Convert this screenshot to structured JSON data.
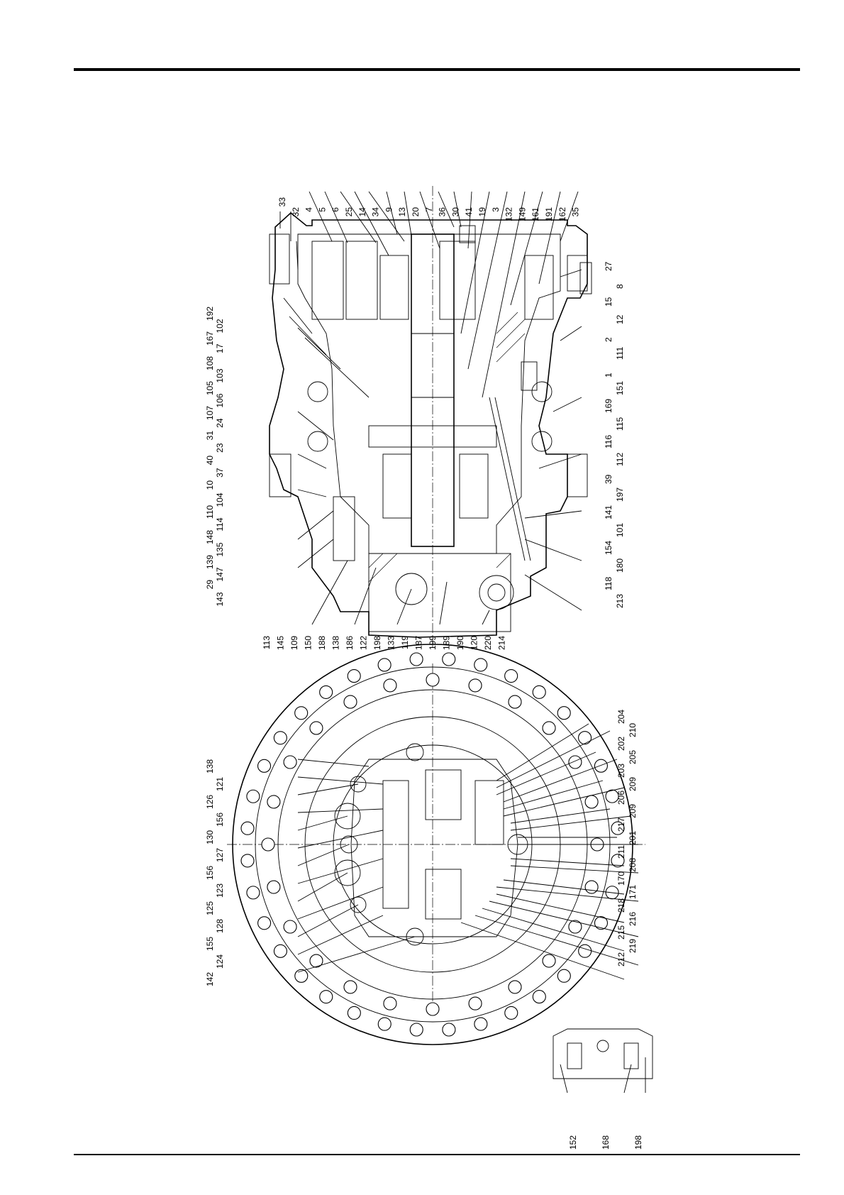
{
  "diagram": {
    "type": "exploded-sectional-drawing",
    "orientation": "rotated-90",
    "section_view": {
      "labels_top": [
        "33",
        "32",
        "4",
        "5",
        "6",
        "25",
        "14",
        "34",
        "9",
        "13",
        "20",
        "7",
        "36",
        "30",
        "41",
        "19",
        "3",
        "132",
        "149",
        "161",
        "191",
        "162",
        "35"
      ],
      "labels_top_left": [
        "192",
        "102",
        "167",
        "17",
        "108",
        "103",
        "105",
        "106",
        "107",
        "24",
        "31",
        "23",
        "40",
        "37",
        "10",
        "104",
        "110",
        "114",
        "148",
        "135",
        "139",
        "147",
        "29",
        "143"
      ],
      "labels_right": [
        "27",
        "8",
        "15",
        "12",
        "2",
        "111",
        "1",
        "151",
        "169",
        "115",
        "116",
        "112",
        "39",
        "197",
        "141",
        "101",
        "154",
        "180",
        "118",
        "213"
      ],
      "labels_bottom": [
        "113",
        "145",
        "109",
        "150",
        "188",
        "138",
        "186",
        "122",
        "198",
        "133",
        "119",
        "187",
        "199",
        "189",
        "190",
        "120",
        "220",
        "214"
      ]
    },
    "end_view": {
      "labels_top": [
        "138",
        "121",
        "126",
        "156",
        "130",
        "127",
        "156",
        "123",
        "125",
        "128",
        "155",
        "124",
        "142"
      ],
      "labels_right": [
        "204",
        "210",
        "202",
        "205",
        "203",
        "209",
        "206",
        "209",
        "217",
        "201",
        "211",
        "208",
        "170",
        "171",
        "218",
        "216",
        "215",
        "219",
        "212"
      ]
    },
    "detail_view": {
      "labels": [
        "152",
        "168",
        "198"
      ]
    }
  }
}
